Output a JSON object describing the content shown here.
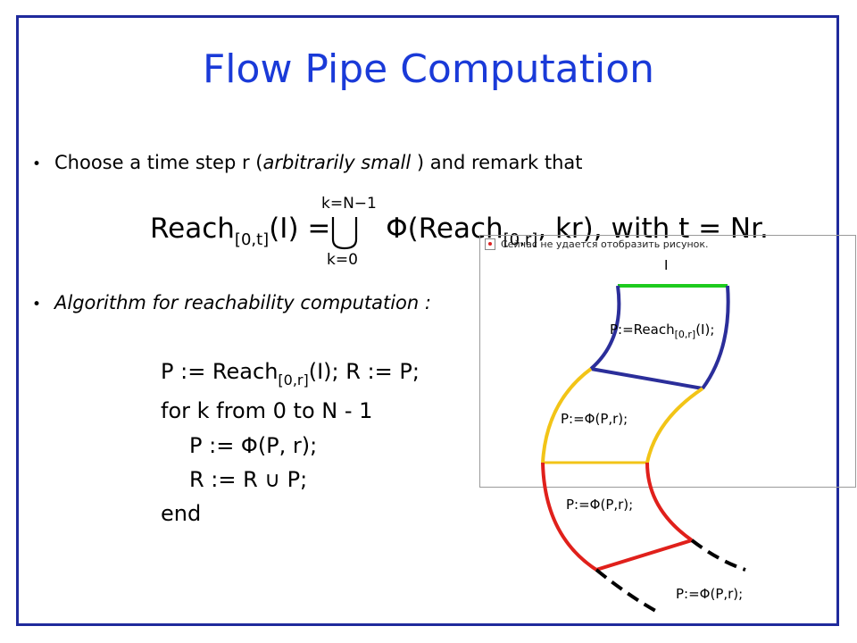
{
  "title": "Flow Pipe Computation",
  "bullets": {
    "b1_prefix": "Choose a time step r (",
    "b1_italic": "arbitrarily small",
    "b1_suffix": " ) and remark that",
    "b2": "Algorithm for reachability computation :"
  },
  "equation": {
    "lhs": "Reach",
    "lhs_sub": "[0,t]",
    "lhs_arg": "(I)",
    "eq": " = ",
    "upper": "k=N−1",
    "lower": "k=0",
    "rhs_a": "Φ(Reach",
    "rhs_sub": "[0,r]",
    "rhs_b": ", kr), with  t = Nr."
  },
  "algorithm": {
    "line1_a": "P := Reach",
    "line1_sub": "[0,r]",
    "line1_b": "(I); R := P;",
    "line2": "for k from 0 to N - 1",
    "line3": "P := Φ(P, r);",
    "line4": "R := R ∪ P;",
    "line5": "end"
  },
  "broken_image": {
    "message": "Сейчас не удается отобразить рисунок."
  },
  "diagram": {
    "label_I": "I",
    "label_reach_a": "P:=Reach",
    "label_reach_sub": "[0,r]",
    "label_reach_b": "(I);",
    "label_phi1": "P:=Φ(P,r);",
    "label_phi2": "P:=Φ(P,r);",
    "label_phi3": "P:=Φ(P,r);",
    "colors": {
      "initial": "#1ecb1e",
      "first": "#2b2e9a",
      "second": "#f2c417",
      "third": "#e0201b",
      "fourth": "#000000"
    }
  },
  "colors": {
    "title": "#1a3ad8",
    "frame": "#1f2a9c"
  }
}
